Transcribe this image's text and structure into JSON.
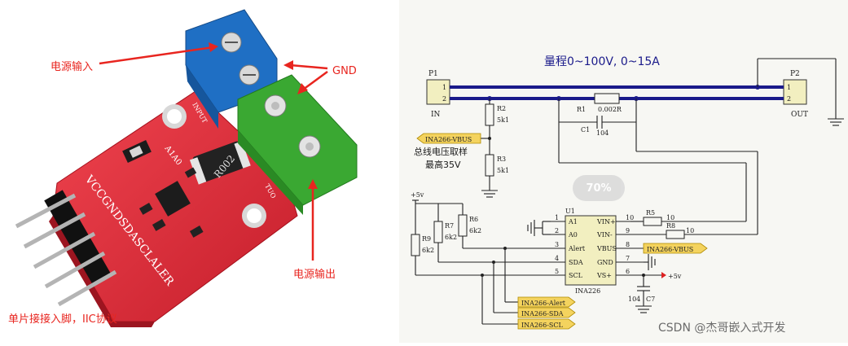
{
  "photo": {
    "callouts": {
      "power_in": "电源输入",
      "gnd": "GND",
      "power_out": "电源输出",
      "header": "单片接接入脚，IIC协议"
    },
    "board": {
      "pin_silk": "VCCGNDSDASCLALER",
      "addr_silk": "A1A0",
      "shunt_code": "R002",
      "input_silk": "INPUT",
      "output_silk": "TUO"
    },
    "colors": {
      "pcb": "#e02a36",
      "terminal_in": "#1f6fc4",
      "terminal_out": "#3aa832",
      "callout": "#e8251f"
    }
  },
  "schematic": {
    "title": "量程0~100V, 0~15A",
    "p1": {
      "ref": "P1",
      "pin1": "1",
      "pin2": "2",
      "name": "IN"
    },
    "p2": {
      "ref": "P2",
      "pin1": "1",
      "pin2": "2",
      "name": "OUT"
    },
    "r1": {
      "ref": "R1",
      "value": "0.002R"
    },
    "c1": {
      "ref": "C1",
      "value": "104"
    },
    "r2": {
      "ref": "R2",
      "value": "5k1"
    },
    "r3": {
      "ref": "R3",
      "value": "5k1"
    },
    "vbus_tag_left": "INA266-VBUS",
    "note_line1": "总线电压取样",
    "note_line2": "最高35V",
    "vcc_left": "+5v",
    "r6": {
      "ref": "R6",
      "value": "6k2"
    },
    "r7": {
      "ref": "R7",
      "value": "6k2"
    },
    "r9": {
      "ref": "R9",
      "value": "6k2"
    },
    "u1": {
      "ref": "U1",
      "part": "INA226",
      "left_pins": [
        {
          "num": "1",
          "name": "A1"
        },
        {
          "num": "2",
          "name": "A0"
        },
        {
          "num": "3",
          "name": "Alert"
        },
        {
          "num": "4",
          "name": "SDA"
        },
        {
          "num": "5",
          "name": "SCL"
        }
      ],
      "right_pins": [
        {
          "num": "10",
          "name": "VIN+"
        },
        {
          "num": "9",
          "name": "VIN-"
        },
        {
          "num": "8",
          "name": "VBUS"
        },
        {
          "num": "7",
          "name": "GND"
        },
        {
          "num": "6",
          "name": "VS+"
        }
      ]
    },
    "r5": {
      "ref": "R5",
      "value": "10"
    },
    "r8": {
      "ref": "R8",
      "value": "10"
    },
    "vbus_tag_right": "INA266-VBUS",
    "vcc_right": "+5v",
    "c7": {
      "ref": "C7",
      "value": "104"
    },
    "net_tags": [
      "INA266-Alert",
      "INA266-SDA",
      "INA266-SCL"
    ],
    "zoom": "70%"
  },
  "watermark": "CSDN @杰哥嵌入式开发"
}
